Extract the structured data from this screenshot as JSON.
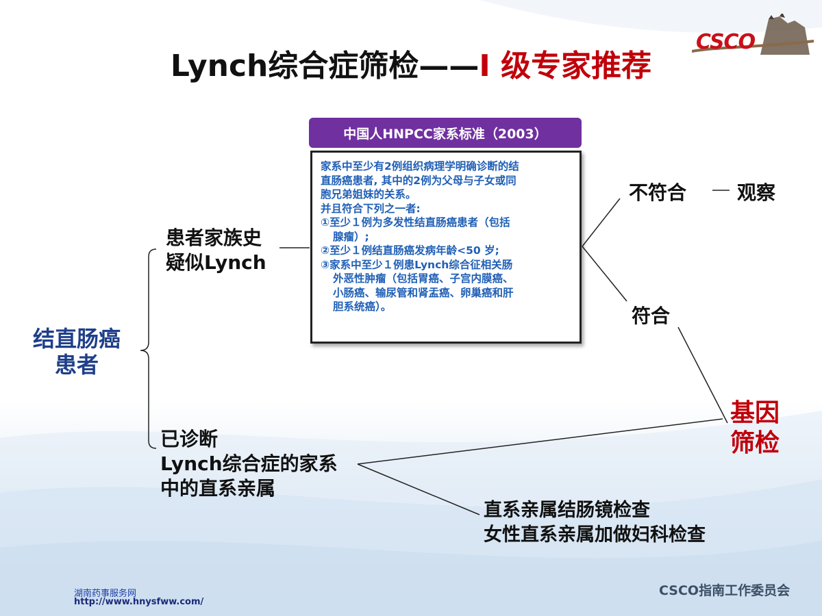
{
  "title": {
    "main": "Lynch综合症筛检——",
    "highlight": "I 级专家推荐"
  },
  "logo": {
    "text": "CSCO"
  },
  "root": {
    "line1": "结直肠癌",
    "line2": "患者"
  },
  "branch_history": {
    "line1": "患者家族史",
    "line2": "疑似Lynch"
  },
  "branch_diagnosed": {
    "line1": "已诊断",
    "line2": "Lynch综合症的家系",
    "line3": "中的直系亲属"
  },
  "standard": {
    "header": "中国人HNPCC家系标准（2003）",
    "lines": [
      "家系中至少有2例组织病理学明确诊断的结",
      "直肠癌患者, 其中的2例为父母与子女或同",
      "胞兄弟姐妹的关系。",
      "并且符合下列之一者:",
      "①至少１例为多发性结直肠癌患者（包括",
      "腺瘤）;",
      "②至少１例结直肠癌发病年龄<50 岁;",
      "③家系中至少１例患Lynch综合征相关肠",
      "外恶性肿瘤（包括胃癌、子宫内膜癌、",
      "小肠癌、输尿管和肾盂癌、卵巢癌和肝",
      "胆系统癌）。"
    ]
  },
  "not_match": "不符合",
  "observe": "观察",
  "match": "符合",
  "gene_screen": {
    "line1": "基因",
    "line2": "筛检"
  },
  "relatives": {
    "line1": "直系亲属结肠镜检查",
    "line2": "女性直系亲属加做妇科检查"
  },
  "footer": {
    "left_name": "湖南药事服务网",
    "left_url": "http://www.hnysfww.com/",
    "right": "CSCO指南工作委员会"
  },
  "colors": {
    "accent_red": "#c0000a",
    "purple": "#7030a0",
    "root_blue": "#1f3f8a",
    "box_text_blue": "#1f5fb5"
  }
}
